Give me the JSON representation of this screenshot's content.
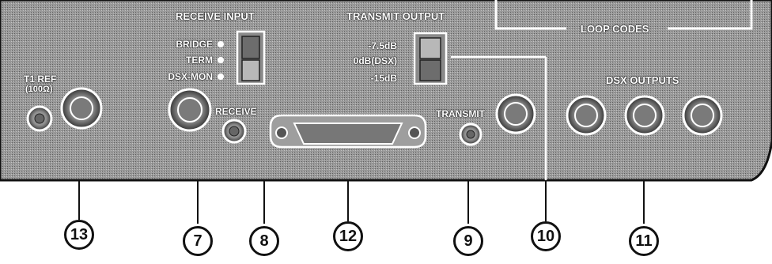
{
  "panel": {
    "colors": {
      "panel": "#8f8f8f",
      "edge": "#111111",
      "text": "#ffffff",
      "callout": "#111111"
    },
    "labels": {
      "receive_input": "RECEIVE INPUT",
      "transmit_output": "TRANSMIT OUTPUT",
      "loop_codes": "LOOP CODES",
      "bridge": "BRIDGE",
      "term": "TERM",
      "dsx_mon": "DSX-MON",
      "minus_7_5db": "-7.5dB",
      "zero_db_dsx": "0dB(DSX)",
      "minus_15db": "-15dB",
      "t1_ref": "T1 REF",
      "ohms": "(100Ω)",
      "receive": "RECEIVE",
      "transmit": "TRANSMIT",
      "dsx_outputs": "DSX OUTPUTS"
    }
  },
  "callouts": [
    "13",
    "7",
    "8",
    "12",
    "9",
    "10",
    "11"
  ]
}
